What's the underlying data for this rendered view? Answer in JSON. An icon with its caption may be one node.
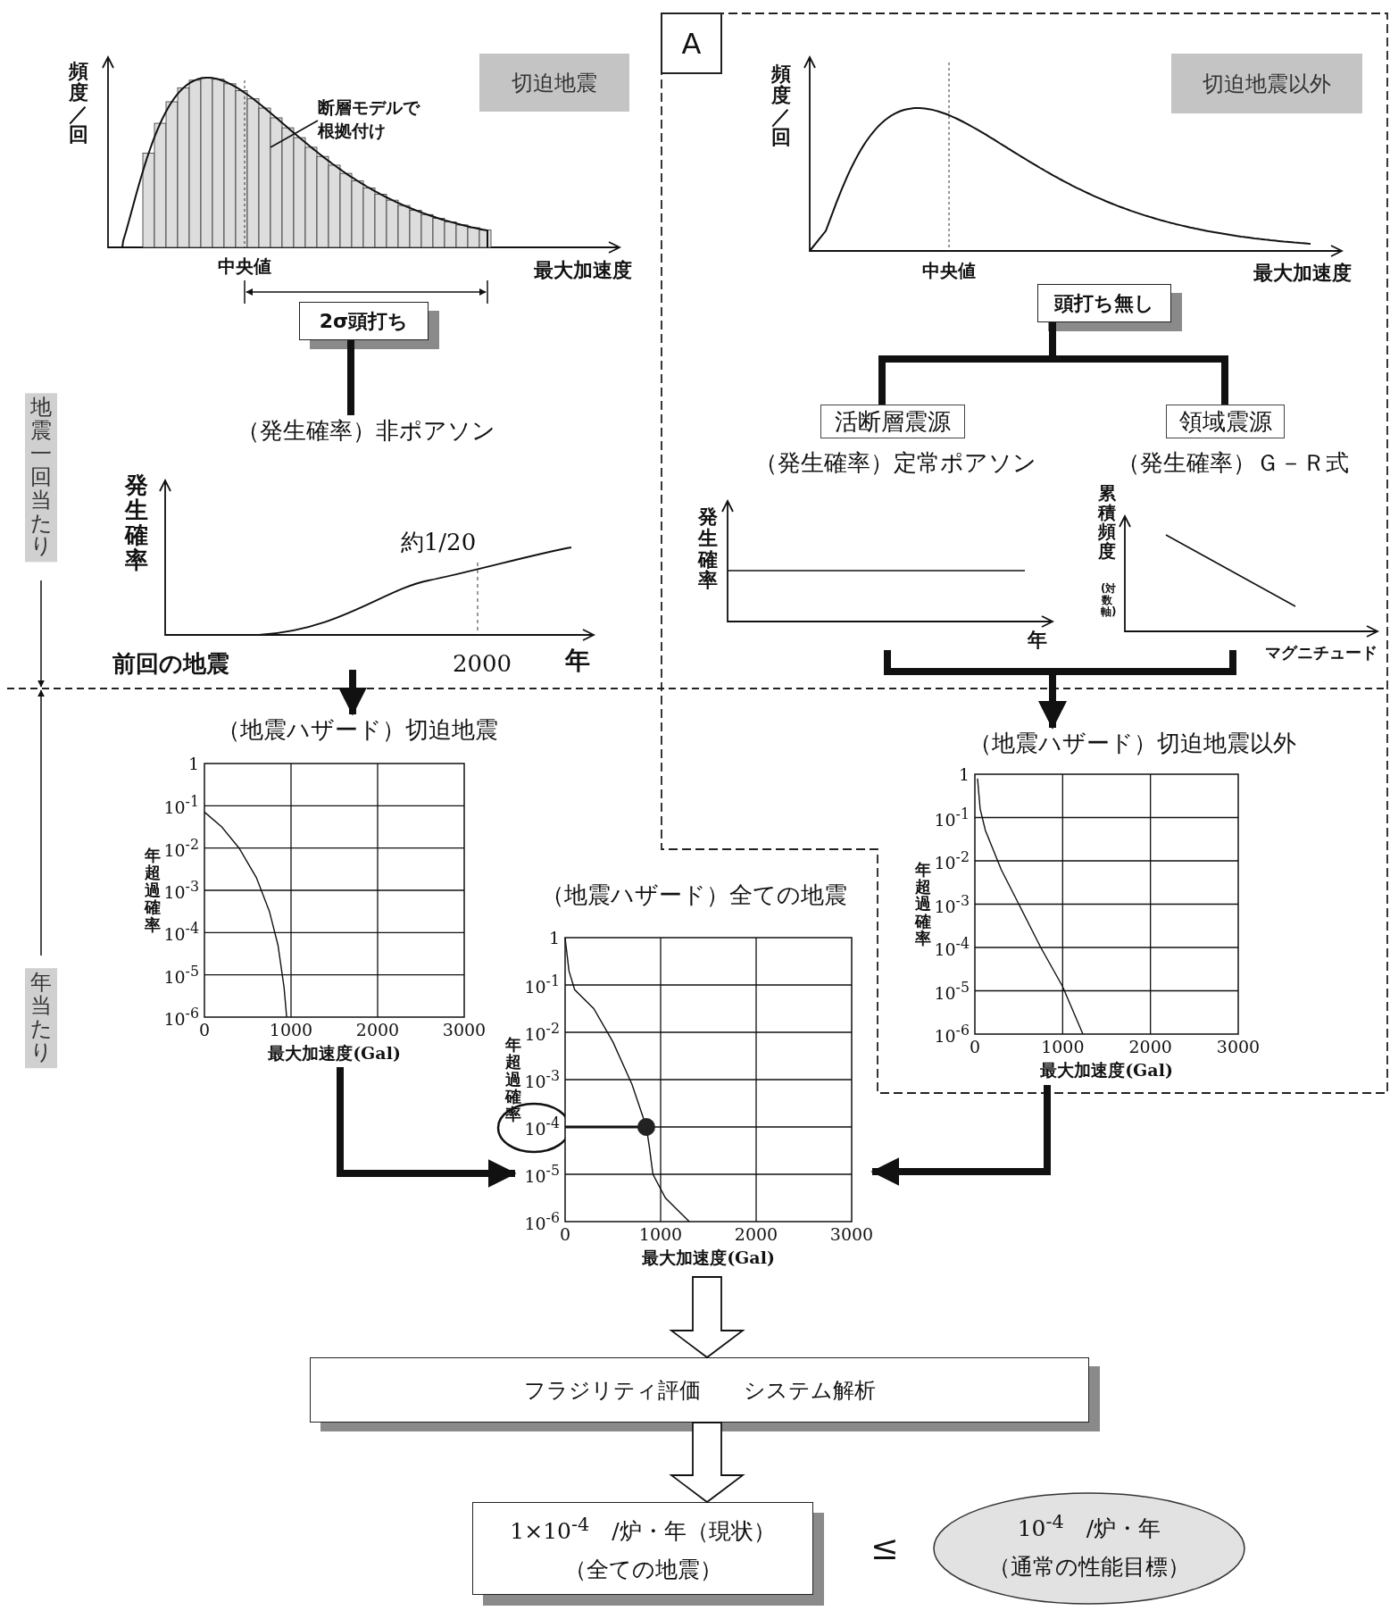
{
  "diagram": {
    "nodes": [
      {
        "text": [
          "切迫地震"
        ]
      },
      {
        "text": [
          "断層モデルで根拠付け"
        ]
      },
      {
        "text": [
          "2σ頭打ち"
        ]
      },
      {
        "text": [
          "（発生確率）非ポアソン"
        ]
      },
      {
        "text": [
          "A"
        ]
      },
      {
        "text": [
          "切迫地震以外"
        ],
        "in": 4
      },
      {
        "text": [
          "頭打ち無し"
        ],
        "in": 4
      },
      {
        "text": [
          "活断層震源",
          "（発生確率）定常ポアソン"
        ],
        "in": 4
      },
      {
        "text": [
          "領域震源",
          "（発生確率）Ｇ－Ｒ式"
        ],
        "in": 4
      },
      {
        "text": [
          "（地震ハザード）切迫地震"
        ]
      },
      {
        "text": [
          "（地震ハザード）切迫地震以外"
        ],
        "in": 4
      },
      {
        "text": [
          "（地震ハザード）全ての地震"
        ]
      },
      {
        "text": [
          "フラジリティ評価　　システム解析"
        ]
      },
      {
        "text": [
          "1×10$^{-4}$　/炉・年（現状）",
          "（全ての地震）"
        ]
      },
      {
        "text": [
          "10$^{-4}$　/炉・年",
          "（通常の性能目標）"
        ]
      }
    ],
    "edges": [
      {
        "from": 1,
        "to": null,
        "arrow": "none"
      },
      {
        "from": 2,
        "to": 3,
        "arrow": "none"
      },
      {
        "from": 3,
        "to": 9,
        "arrow": "to"
      },
      {
        "from": 6,
        "to": 7,
        "arrow": "none"
      },
      {
        "from": 6,
        "to": 8,
        "arrow": "none"
      },
      {
        "from": 7,
        "to": 10,
        "arrow": "to"
      },
      {
        "from": 8,
        "to": 10,
        "arrow": "to"
      },
      {
        "from": 9,
        "to": 11,
        "arrow": "to"
      },
      {
        "from": 10,
        "to": 11,
        "arrow": "to"
      },
      {
        "from": 11,
        "to": 12,
        "arrow": "to",
        "style": "thick"
      },
      {
        "from": 12,
        "to": 13,
        "arrow": "to",
        "style": "thick"
      }
    ],
    "labels": [
      "頻度／回",
      "中央値",
      "最大加速度",
      "頻度／回",
      "中央値",
      "最大加速度",
      "地震一回当たり",
      "発生確率",
      "約1/20",
      "前回の地震",
      "2000",
      "年",
      "発生確率",
      "年",
      "累積頻度",
      "(対数軸)",
      "マグニチュード",
      "年当たり",
      "≤",
      "1",
      "10$^{-1}$",
      "10$^{-2}$",
      "10$^{-3}$",
      "10$^{-4}$",
      "10$^{-5}$",
      "10$^{-6}$",
      "年超過確率",
      "0",
      "1000",
      "2000",
      "3000",
      "最大加速度(Gal)",
      "1",
      "10$^{-1}$",
      "10$^{-2}$",
      "10$^{-3}$",
      "10$^{-4}$",
      "10$^{-5}$",
      "10$^{-6}$",
      "年超過確率",
      "0",
      "1000",
      "2000",
      "3000",
      "最大加速度(Gal)",
      "1",
      "10$^{-1}$",
      "10$^{-2}$",
      "10$^{-3}$",
      "10$^{-4}$",
      "10$^{-5}$",
      "10$^{-6}$",
      "年超過確率",
      "0",
      "1000",
      "2000",
      "3000",
      "最大加速度(Gal)"
    ]
  }
}
